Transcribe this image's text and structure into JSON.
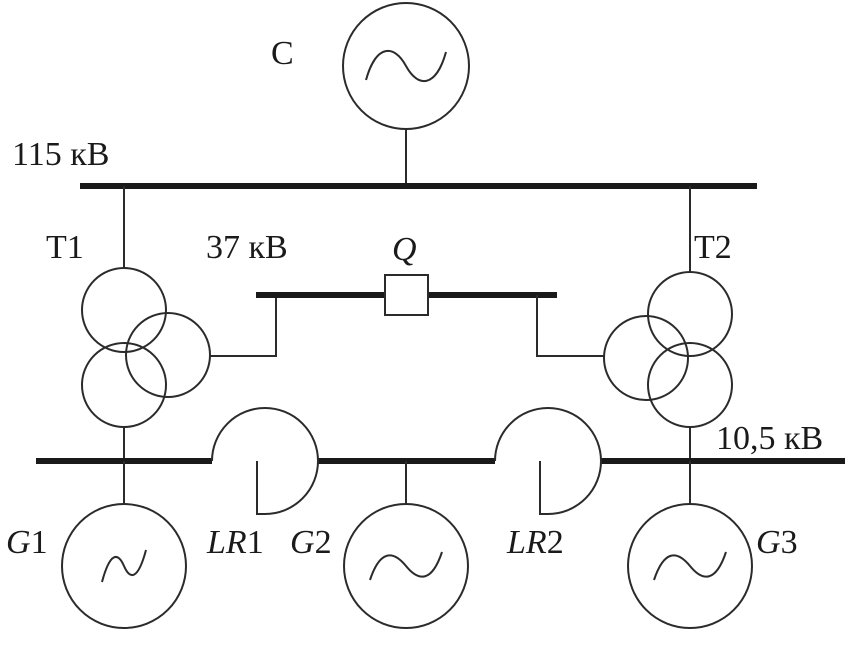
{
  "labels": {
    "system": "C",
    "hv_bus": "115 кВ",
    "mv_bus": "37 кВ",
    "lv_bus": "10,5 кВ",
    "transformer_1": "T1",
    "transformer_2": "T2",
    "breaker": "Q",
    "generator_1": {
      "letter": "G",
      "num": "1"
    },
    "generator_2": {
      "letter": "G",
      "num": "2"
    },
    "generator_3": {
      "letter": "G",
      "num": "3"
    },
    "reactor_1": {
      "letter": "LR",
      "num": "1"
    },
    "reactor_2": {
      "letter": "LR",
      "num": "2"
    }
  },
  "symbols": {
    "source": "sine-wave-icon",
    "transformer": "three-winding-transformer-icon",
    "breaker": "square-breaker-icon",
    "reactor": "reactor-icon"
  }
}
